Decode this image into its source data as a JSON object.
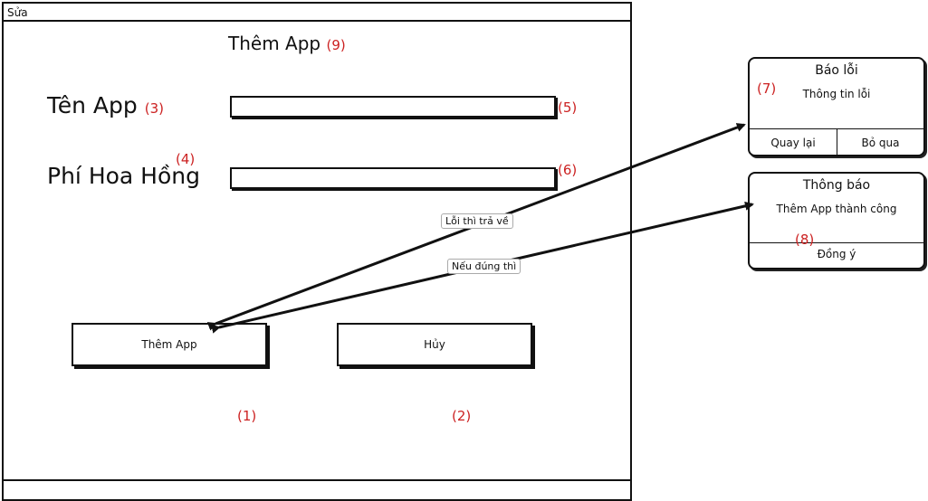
{
  "window": {
    "title": "Sửa",
    "form_title": "Thêm App",
    "form_title_marker": "(9)",
    "fields": [
      {
        "label": "Tên App",
        "label_marker": "(3)",
        "input_marker": "(5)",
        "value": ""
      },
      {
        "label": "Phí Hoa Hồng",
        "label_marker": "(4)",
        "input_marker": "(6)",
        "value": ""
      }
    ],
    "buttons": [
      {
        "label": "Thêm App",
        "marker": "(1)"
      },
      {
        "label": "Hủy",
        "marker": "(2)"
      }
    ]
  },
  "error_dialog": {
    "title": "Báo lỗi",
    "message": "Thông tin lỗi",
    "marker": "(7)",
    "buttons": [
      "Quay lại",
      "Bỏ qua"
    ]
  },
  "info_dialog": {
    "title": "Thông báo",
    "message": "Thêm App thành công",
    "marker": "(8)",
    "button": "Đồng ý"
  },
  "connectors": {
    "error_label": "Lỗi thì trả về",
    "success_label": "Nếu đúng thì"
  },
  "colors": {
    "marker": "#cc2222",
    "stroke": "#111111"
  }
}
